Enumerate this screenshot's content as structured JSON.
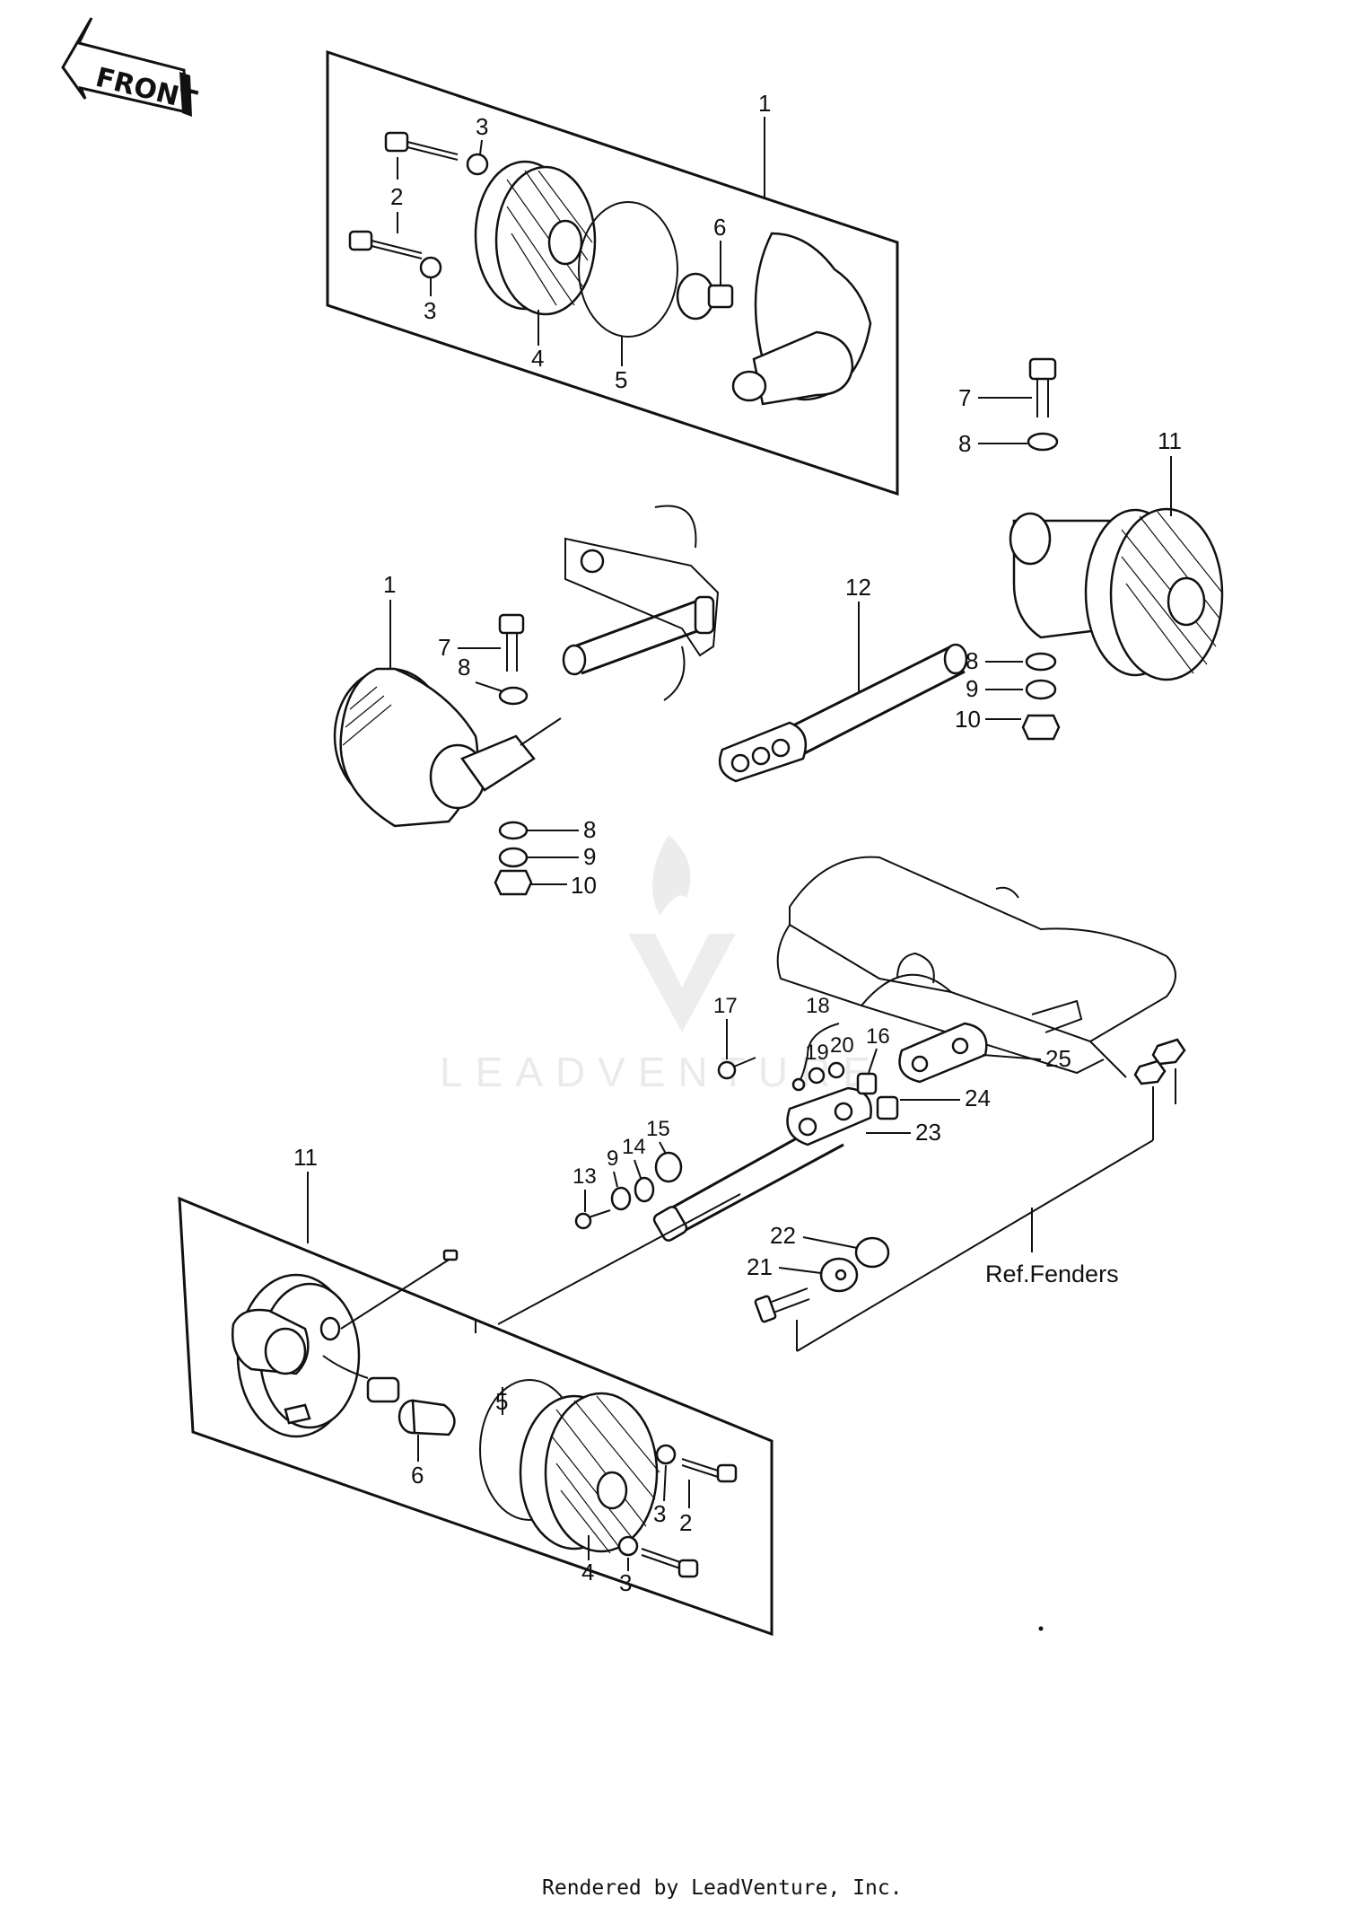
{
  "front_badge": "FRONT",
  "reference_note": "Ref.Fenders",
  "watermark": "LEADVENTURE",
  "footer": "Rendered by LeadVenture, Inc.",
  "callouts": {
    "top_assembly": [
      "1",
      "2",
      "3",
      "3",
      "4",
      "5",
      "6"
    ],
    "upper_right": [
      "7",
      "8",
      "11",
      "12",
      "8",
      "9",
      "10"
    ],
    "left_lamp": [
      "1",
      "7",
      "8",
      "8",
      "9",
      "10"
    ],
    "mount": [
      "17",
      "18",
      "19",
      "20",
      "16",
      "25",
      "24",
      "23",
      "13",
      "9",
      "14",
      "15",
      "22",
      "21"
    ],
    "bottom_assembly": [
      "11",
      "5",
      "6",
      "3",
      "2",
      "4",
      "3"
    ]
  }
}
